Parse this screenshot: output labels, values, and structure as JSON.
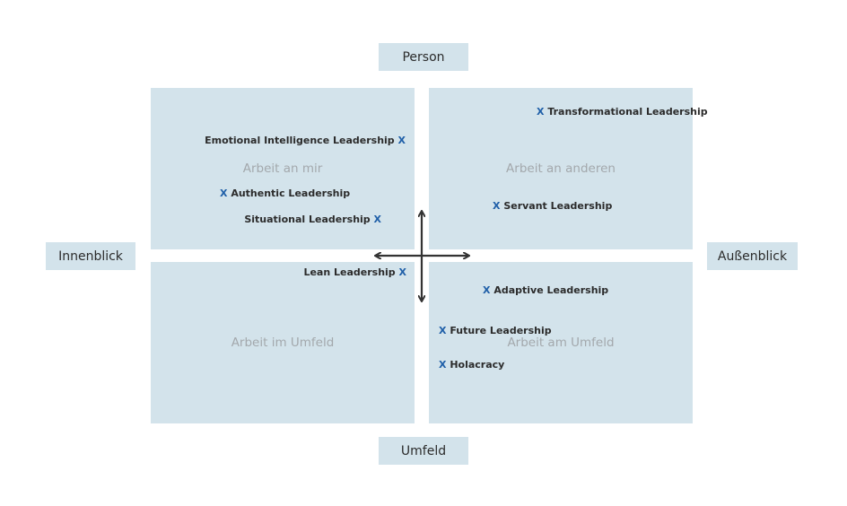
{
  "axes": {
    "top": "Person",
    "bottom": "Umfeld",
    "left": "Innenblick",
    "right": "Außenblick"
  },
  "quadrants": {
    "top_left": "Arbeit an mir",
    "top_right": "Arbeit an anderen",
    "bottom_left": "Arbeit im Umfeld",
    "bottom_right": "Arbeit am Umfeld"
  },
  "marker": "X",
  "items": {
    "transformational": "Transformational Leadership",
    "emotional": "Emotional Intelligence Leadership",
    "authentic": "Authentic Leadership",
    "situational": "Situational Leadership",
    "servant": "Servant Leadership",
    "lean": "Lean Leadership",
    "adaptive": "Adaptive Leadership",
    "future": "Future Leadership",
    "holacracy": "Holacracy"
  },
  "colors": {
    "quadrant_fill": "#d3e3eb",
    "marker": "#1f5fa8",
    "quadrant_label": "#a3a8ac",
    "arrow": "#333333"
  }
}
